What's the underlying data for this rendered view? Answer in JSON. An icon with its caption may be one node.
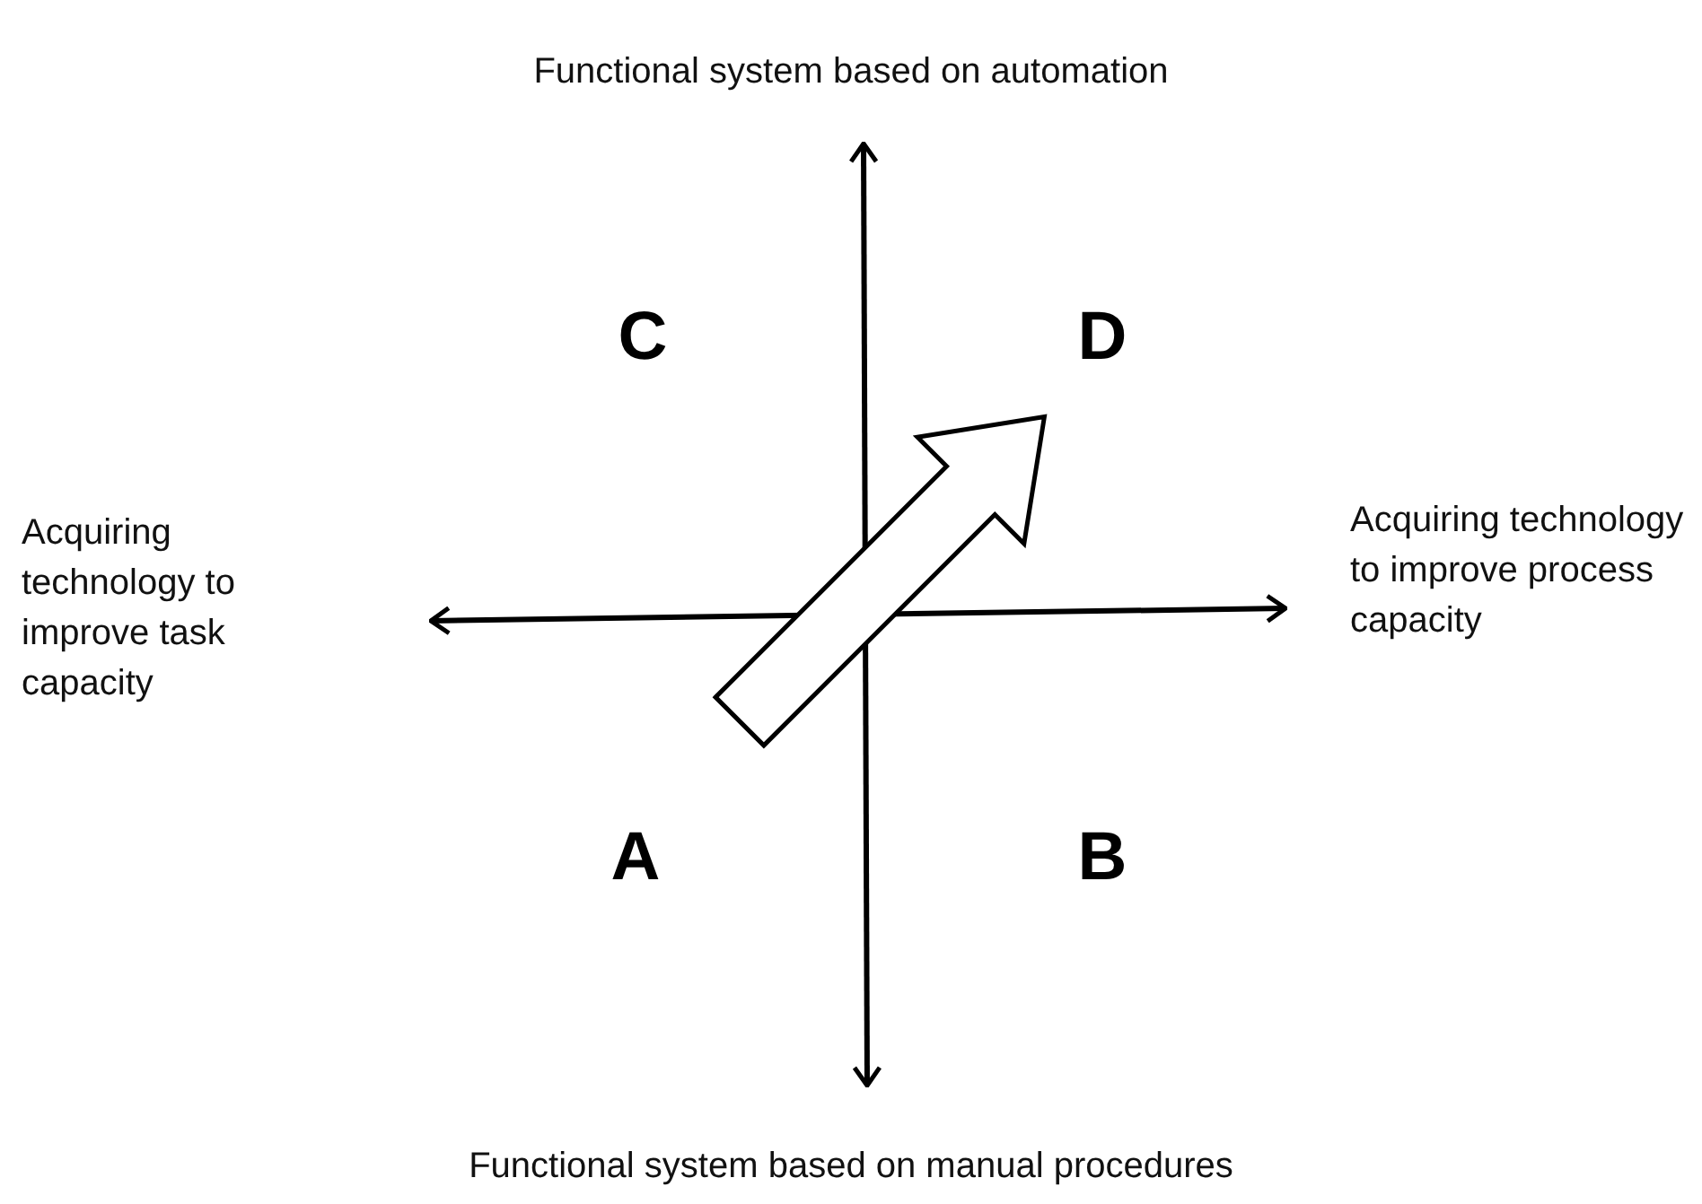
{
  "diagram": {
    "labels": [
      "Functional system based on automation",
      "C",
      "D",
      "Acquiring technology to improve task capacity",
      "Acquiring technology to improve process capacity",
      "A",
      "B",
      "Functional system based on manual procedures"
    ]
  }
}
